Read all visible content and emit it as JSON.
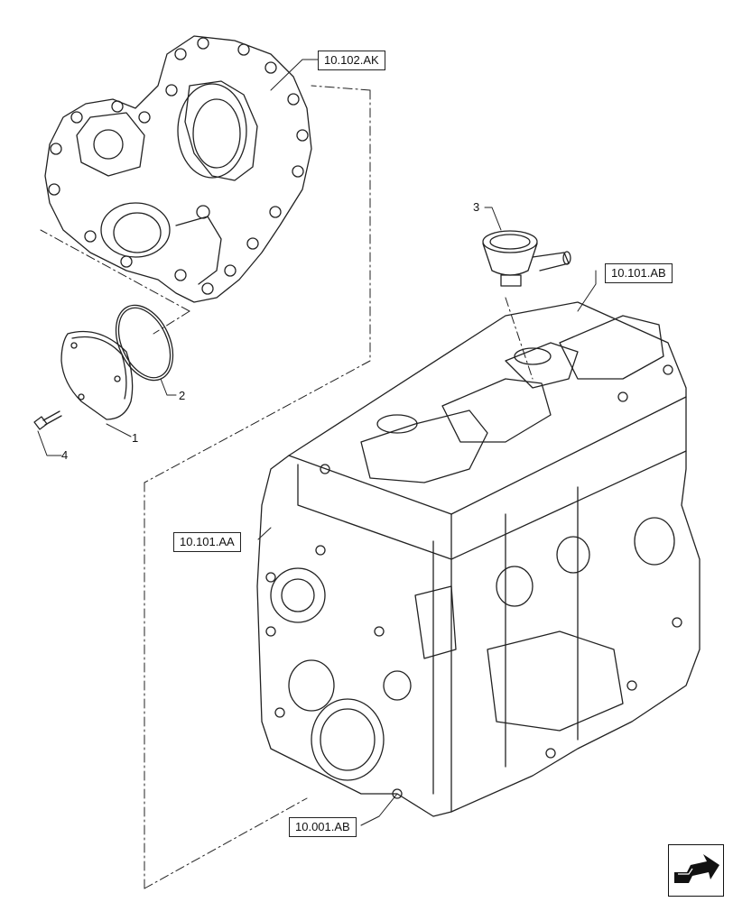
{
  "references": {
    "top_cover": "10.102.AK",
    "head_cover": "10.101.AB",
    "block": "10.101.AA",
    "crank": "10.001.AB"
  },
  "callouts": {
    "cover_plate": "1",
    "o_ring": "2",
    "breather": "3",
    "bolt": "4"
  },
  "icons": {
    "navigation": "next-page-arrow-icon"
  }
}
